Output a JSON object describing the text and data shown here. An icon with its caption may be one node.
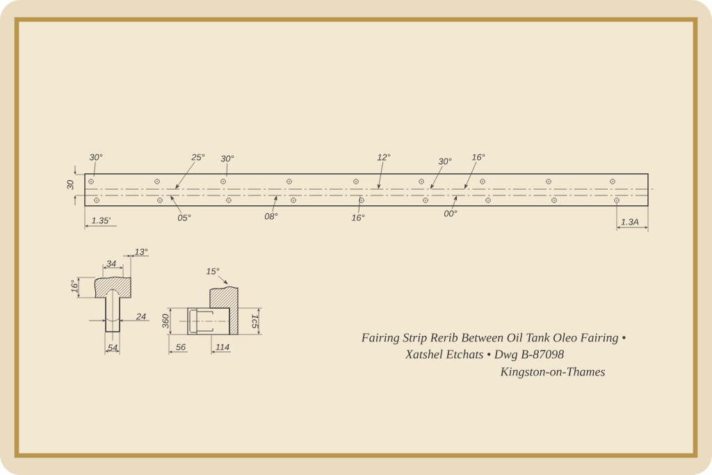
{
  "diagram": {
    "nodes": [
      {
        "text": [
          "30°"
        ]
      },
      {
        "text": [
          "25°"
        ]
      },
      {
        "text": [
          "30°"
        ]
      },
      {
        "text": [
          "12°"
        ]
      },
      {
        "text": [
          "30°"
        ]
      },
      {
        "text": [
          "16°"
        ]
      },
      {
        "text": [
          "05°"
        ]
      },
      {
        "text": [
          "08°"
        ]
      },
      {
        "text": [
          "16°"
        ]
      },
      {
        "text": [
          "00°"
        ]
      },
      {
        "text": [
          "15°"
        ]
      }
    ],
    "edges": [
      {
        "from": 0,
        "to": null,
        "arrow": "none"
      },
      {
        "from": 1,
        "to": null,
        "arrow": "to"
      },
      {
        "from": 2,
        "to": null,
        "arrow": "none"
      },
      {
        "from": 3,
        "to": null,
        "arrow": "to"
      },
      {
        "from": 4,
        "to": null,
        "arrow": "to"
      },
      {
        "from": 5,
        "to": null,
        "arrow": "to"
      },
      {
        "from": 6,
        "to": null,
        "arrow": "to"
      },
      {
        "from": 7,
        "to": null,
        "arrow": "to"
      },
      {
        "from": 8,
        "to": null,
        "arrow": "none"
      },
      {
        "from": 9,
        "to": null,
        "arrow": "to"
      },
      {
        "from": 10,
        "to": null,
        "arrow": "to"
      }
    ],
    "labels": [
      "30",
      "1.35'",
      "1.3A",
      "13°",
      "34",
      "16°",
      "24",
      "54",
      "360",
      "1c5",
      "56",
      "114",
      "Fairing Strip Rerib Between Oil Tank Oleo Fairing •",
      "Xatshel Etchats • Dwg B-87098",
      "Kingston-on-Thames"
    ]
  }
}
